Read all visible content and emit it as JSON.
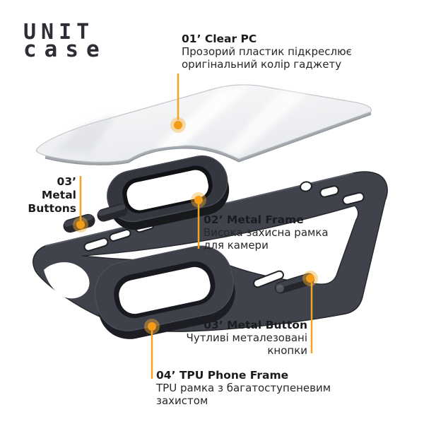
{
  "logo": {
    "line1": "UNIT",
    "line2": "case"
  },
  "colors": {
    "accent": "#F5A41F",
    "case_dark": "#40434C",
    "title_text": "#1B1C1F",
    "body_text": "#26272B"
  },
  "annotations": {
    "clear_pc": {
      "title": "01’ Clear PC",
      "lines": [
        "Прозорий пластик підкреслює",
        "оригінальний колір гаджету"
      ]
    },
    "metal_frame": {
      "title": "02’ Metal Frame",
      "lines": [
        "Висока захисна рамка",
        "для камери"
      ]
    },
    "metal_buttons": {
      "title_lines": [
        "03’ Metal",
        "Buttons"
      ]
    },
    "metal_button": {
      "title": "03’ Metal Button",
      "lines": [
        "Чутливі металезовані",
        "кнопки"
      ]
    },
    "tpu_frame": {
      "title": "04’ TPU Phone Frame",
      "lines": [
        "TPU рамка з багатоступеневим",
        "захистом"
      ]
    }
  }
}
